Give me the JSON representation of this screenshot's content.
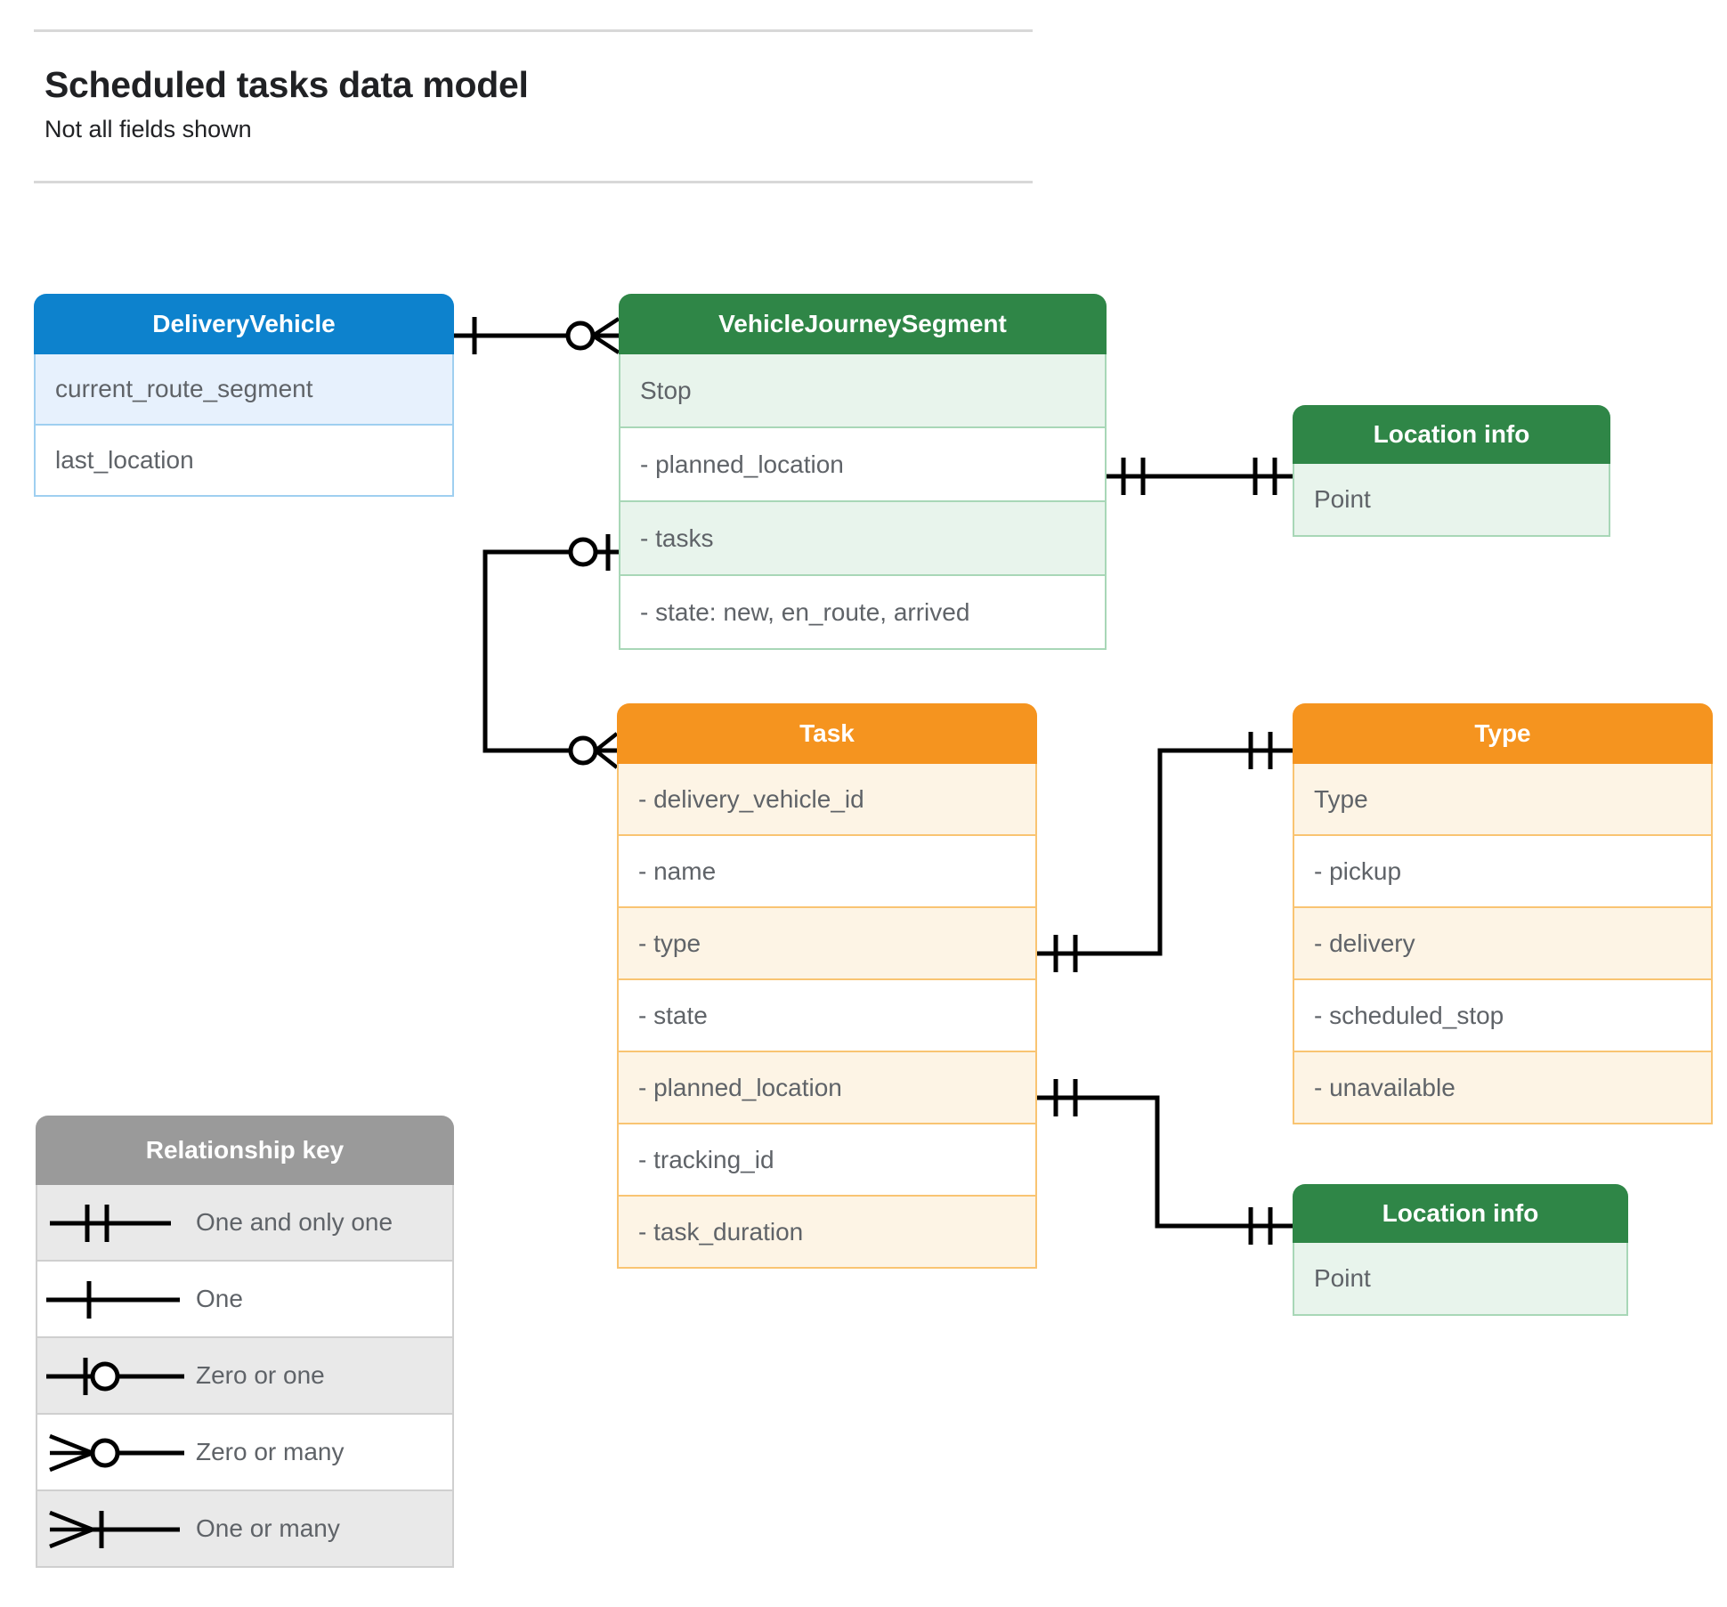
{
  "header": {
    "title": "Scheduled tasks data model",
    "subtitle": "Not all fields shown"
  },
  "entities": {
    "delivery_vehicle": {
      "title": "DeliveryVehicle",
      "color": "#0d82cd",
      "rows": [
        "current_route_segment",
        "last_location"
      ]
    },
    "vehicle_journey_segment": {
      "title": "VehicleJourneySegment",
      "color": "#2f8647",
      "rows": [
        "Stop",
        "-  planned_location",
        "- tasks",
        "- state: new, en_route, arrived"
      ]
    },
    "location_info_top": {
      "title": "Location info",
      "color": "#2f8647",
      "rows": [
        "Point"
      ]
    },
    "task": {
      "title": "Task",
      "color": "#f5941f",
      "rows": [
        "- delivery_vehicle_id",
        "- name",
        "- type",
        "- state",
        "- planned_location",
        "- tracking_id",
        "- task_duration"
      ]
    },
    "type": {
      "title": "Type",
      "color": "#f5941f",
      "rows": [
        "Type",
        "-   pickup",
        "-   delivery",
        "-   scheduled_stop",
        "-   unavailable"
      ]
    },
    "location_info_bottom": {
      "title": "Location info",
      "color": "#2f8647",
      "rows": [
        "Point"
      ]
    }
  },
  "legend": {
    "title": "Relationship key",
    "color": "#9a9a9a",
    "items": [
      {
        "symbol": "one-and-only-one",
        "label": "One and only one"
      },
      {
        "symbol": "one",
        "label": "One"
      },
      {
        "symbol": "zero-or-one",
        "label": "Zero or one"
      },
      {
        "symbol": "zero-or-many",
        "label": "Zero or many"
      },
      {
        "symbol": "one-or-many",
        "label": "One or many"
      }
    ]
  },
  "relationships": [
    {
      "from": "DeliveryVehicle",
      "to": "VehicleJourneySegment",
      "from_cardinality": "one",
      "to_cardinality": "zero-or-many"
    },
    {
      "from": "VehicleJourneySegment.tasks",
      "to": "Task",
      "from_cardinality": "zero-or-one",
      "to_cardinality": "zero-or-many"
    },
    {
      "from": "VehicleJourneySegment.planned_location",
      "to": "Location info",
      "from_cardinality": "one-and-only-one",
      "to_cardinality": "one-and-only-one"
    },
    {
      "from": "Task.type",
      "to": "Type",
      "from_cardinality": "one-and-only-one",
      "to_cardinality": "one-and-only-one"
    },
    {
      "from": "Task.planned_location",
      "to": "Location info",
      "from_cardinality": "one-and-only-one",
      "to_cardinality": "one-and-only-one"
    }
  ]
}
